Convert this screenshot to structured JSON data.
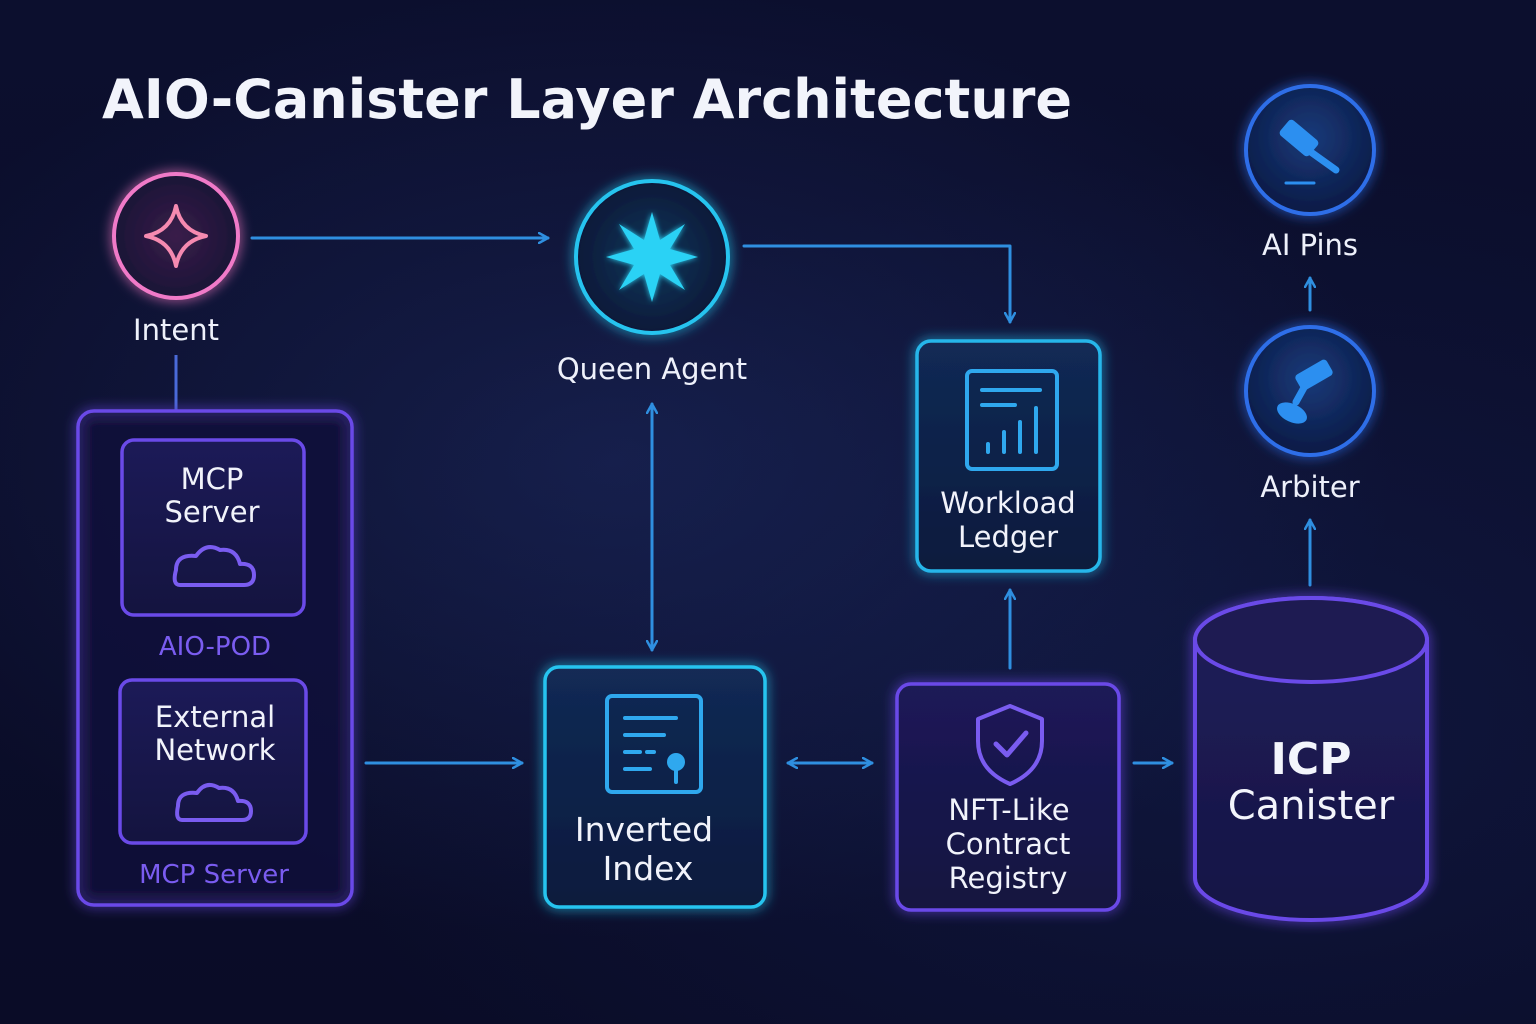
{
  "title": "AIO-Canister Layer Architecture",
  "nodes": {
    "intent": {
      "label": "Intent",
      "icon": "sparkle-icon"
    },
    "queen_agent": {
      "label": "Queen Agent",
      "icon": "star-burst-icon"
    },
    "workload_ledger": {
      "line1": "Workload",
      "line2": "Ledger",
      "icon": "chart-report-icon"
    },
    "ai_pins": {
      "label": "AI Pins",
      "icon": "gavel-icon"
    },
    "arbiter": {
      "label": "Arbiter",
      "icon": "gavel-tilted-icon"
    },
    "mcp_server_box": {
      "line1": "MCP",
      "line2": "Server",
      "icon": "cloud-icon"
    },
    "aio_pod_label": "AIO-POD",
    "external_network_box": {
      "line1": "External",
      "line2": "Network",
      "icon": "cloud-icon"
    },
    "mcp_server_label": "MCP Server",
    "inverted_index": {
      "line1": "Inverted",
      "line2": "Index",
      "icon": "certificate-document-icon"
    },
    "nft_registry": {
      "line1": "NFT-Like",
      "line2": "Contract",
      "line3": "Registry",
      "icon": "shield-check-icon"
    },
    "icp_canister": {
      "line1": "ICP",
      "line2": "Canister"
    }
  },
  "colors": {
    "background": "#0b0d2a",
    "cyan_accent": "#27c4ef",
    "blue_accent": "#2f8fe0",
    "purple_accent": "#7a5cf0",
    "pink_accent": "#f07ac8"
  }
}
